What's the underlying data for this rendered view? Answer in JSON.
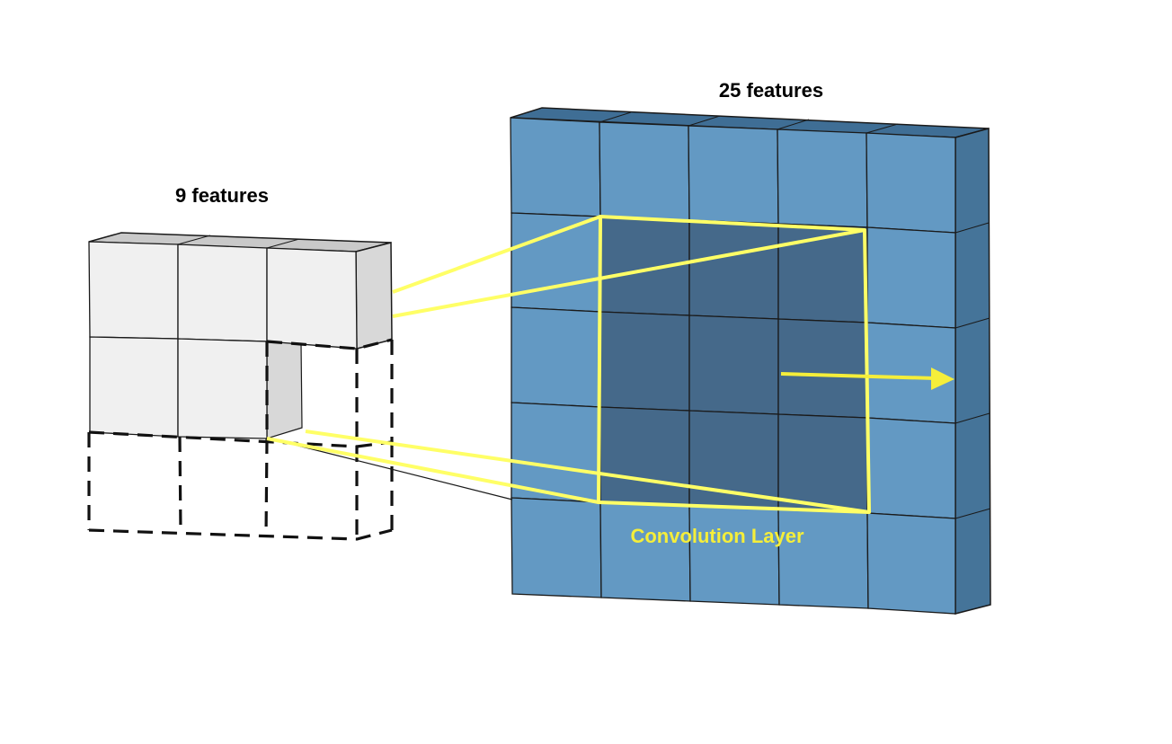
{
  "diagram": {
    "input_grid": {
      "label": "9 features",
      "rows": 3,
      "cols": 3,
      "filled_cells": 5,
      "face_color": "#f0f0f0",
      "top_color": "#c9c9c9",
      "side_color": "#d8d8d8"
    },
    "output_grid": {
      "label": "25 features",
      "rows": 5,
      "cols": 5,
      "face_color": "#6399c3",
      "top_color": "#3f6e95",
      "side_color": "#457499",
      "highlight_color": "#45698a",
      "highlight_size": "3x3"
    },
    "convolution": {
      "label": "Convolution Layer",
      "color": "#ffff66",
      "arrow_color": "#f5ee3a"
    }
  }
}
